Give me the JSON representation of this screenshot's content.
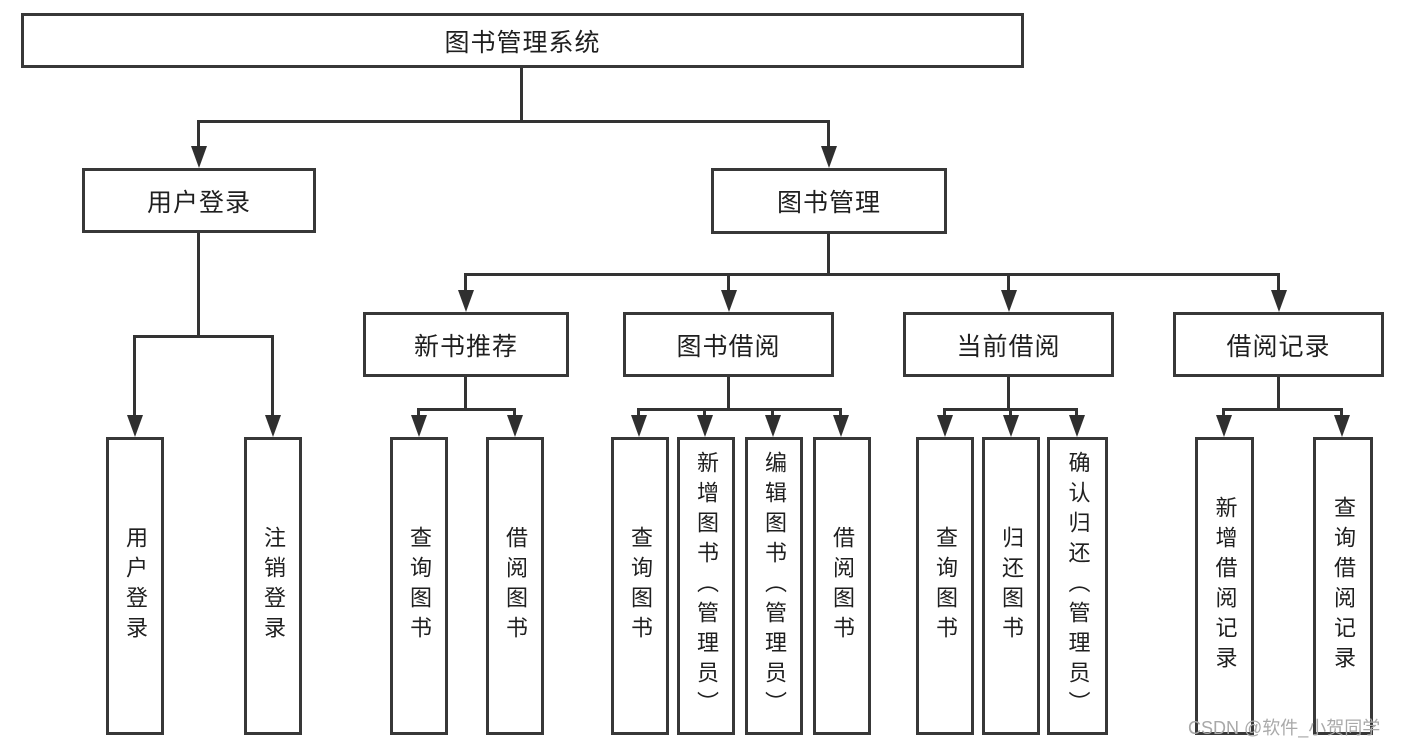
{
  "tree": {
    "label": "图书管理系统",
    "children": [
      {
        "label": "用户登录",
        "children": [
          {
            "label": "用户登录"
          },
          {
            "label": "注销登录"
          }
        ]
      },
      {
        "label": "图书管理",
        "children": [
          {
            "label": "新书推荐",
            "children": [
              {
                "label": "查询图书"
              },
              {
                "label": "借阅图书"
              }
            ]
          },
          {
            "label": "图书借阅",
            "children": [
              {
                "label": "查询图书"
              },
              {
                "label": "新增图书（管理员）"
              },
              {
                "label": "编辑图书（管理员）"
              },
              {
                "label": "借阅图书"
              }
            ]
          },
          {
            "label": "当前借阅",
            "children": [
              {
                "label": "查询图书"
              },
              {
                "label": "归还图书"
              },
              {
                "label": "确认归还（管理员）"
              }
            ]
          },
          {
            "label": "借阅记录",
            "children": [
              {
                "label": "新增借阅记录"
              },
              {
                "label": "查询借阅记录"
              }
            ]
          }
        ]
      }
    ]
  },
  "watermark": {
    "text": "CSDN @软件_小贺同学"
  },
  "colors": {
    "background": "#ffffff",
    "box_border": "#383838",
    "connector_line": "#333333",
    "text": "#1f1f1f",
    "watermark_text": "#a9a9a9"
  }
}
